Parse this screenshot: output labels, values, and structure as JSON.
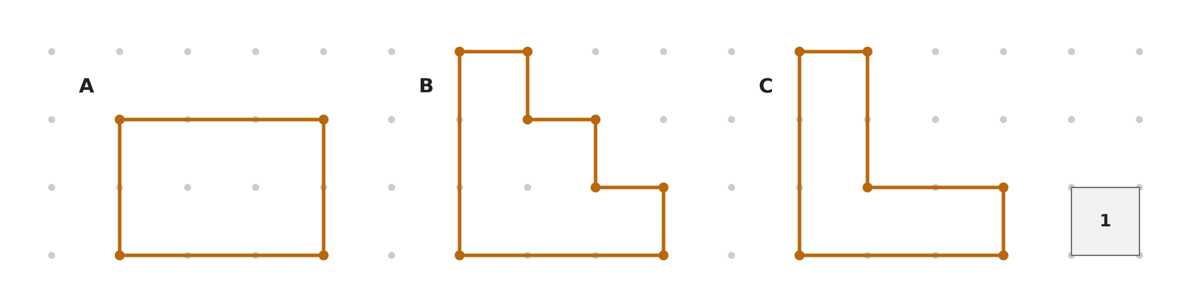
{
  "colors": {
    "edge": "#b8680a",
    "grid_dot": "#cccccc",
    "label": "#222222",
    "unit_fill": "#f2f2f2",
    "unit_stroke": "#777777"
  },
  "grid": {
    "cols": 17,
    "rows": 4
  },
  "shapes": [
    {
      "label": "A",
      "vertices": [
        [
          1,
          1
        ],
        [
          4,
          1
        ],
        [
          4,
          3
        ],
        [
          1,
          3
        ]
      ]
    },
    {
      "label": "B",
      "vertices": [
        [
          6,
          0
        ],
        [
          7,
          0
        ],
        [
          7,
          1
        ],
        [
          8,
          1
        ],
        [
          8,
          2
        ],
        [
          9,
          2
        ],
        [
          9,
          3
        ],
        [
          6,
          3
        ]
      ]
    },
    {
      "label": "C",
      "vertices": [
        [
          11,
          0
        ],
        [
          12,
          0
        ],
        [
          12,
          2
        ],
        [
          14,
          2
        ],
        [
          14,
          3
        ],
        [
          11,
          3
        ]
      ]
    }
  ],
  "unit_square": {
    "label": "1",
    "origin": [
      15,
      2
    ]
  }
}
